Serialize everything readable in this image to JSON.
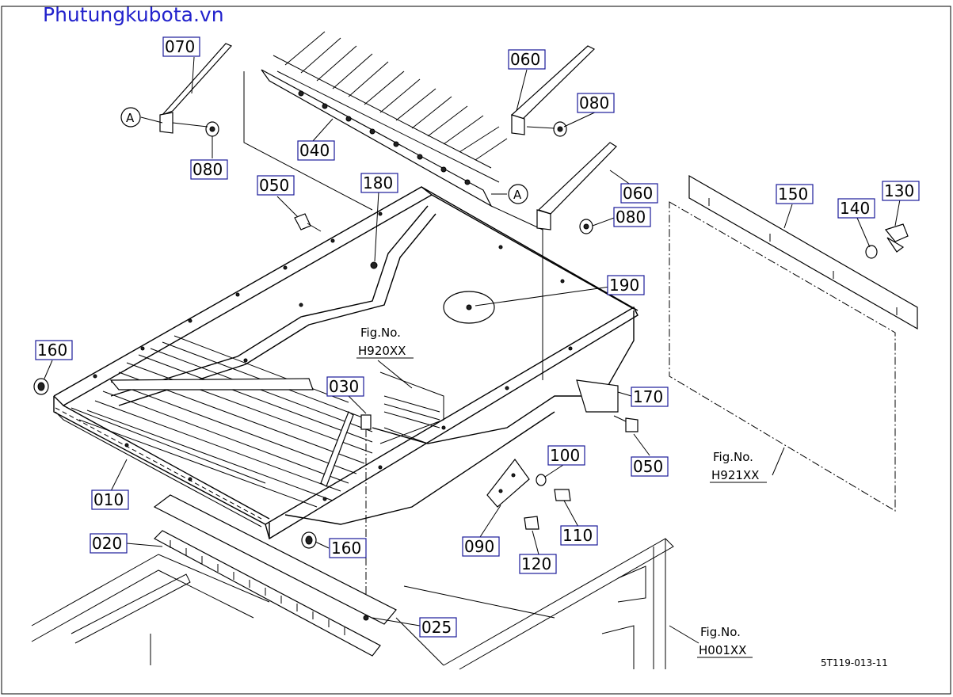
{
  "watermark": "Phutungkubota.vn",
  "drawing_code": "5T119-013-11",
  "callouts": {
    "c070": "070",
    "c080a": "080",
    "c040": "040",
    "c060a": "060",
    "c080b": "080",
    "c060b": "060",
    "c080c": "080",
    "c050a": "050",
    "c180": "180",
    "c190": "190",
    "c150": "150",
    "c140": "140",
    "c130": "130",
    "c160a": "160",
    "c030": "030",
    "c170": "170",
    "c050b": "050",
    "c100": "100",
    "c110": "110",
    "c090": "090",
    "c120": "120",
    "c010": "010",
    "c020": "020",
    "c160b": "160",
    "c025": "025"
  },
  "markers": {
    "a1": "A",
    "a2": "A"
  },
  "refs": {
    "fig1_title": "Fig.No.",
    "fig1_code": "H920XX",
    "fig2_title": "Fig.No.",
    "fig2_code": "H921XX",
    "fig3_title": "Fig.No.",
    "fig3_code": "H001XX"
  }
}
